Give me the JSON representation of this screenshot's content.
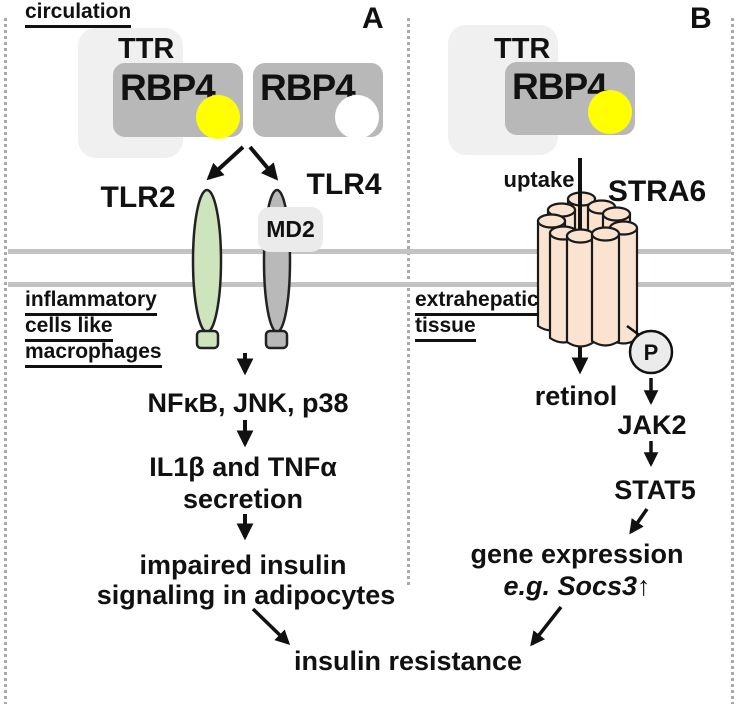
{
  "outcome": "insulin resistance",
  "panel_a": {
    "label": "A",
    "region": "circulation",
    "ttr": "TTR",
    "rbp4_holo": "RBP4",
    "rbp4_apo": "RBP4",
    "tlr2": "TLR2",
    "tlr4": "TLR4",
    "md2": "MD2",
    "cell_lines": [
      "inflammatory",
      "cells like",
      "macrophages"
    ],
    "signaling": "NFκB, JNK, p38",
    "cytokines_line1": "IL1β and TNFα",
    "cytokines_line2": "secretion",
    "impaired_line1": "impaired insulin",
    "impaired_line2": "signaling in adipocytes"
  },
  "panel_b": {
    "label": "B",
    "ttr": "TTR",
    "rbp4": "RBP4",
    "uptake": "uptake",
    "receptor": "STRA6",
    "tissue_lines": [
      "extrahepatic",
      "tissue"
    ],
    "retinol": "retinol",
    "phospho": "P",
    "jak2": "JAK2",
    "stat5": "STAT5",
    "gene_line1": "gene expression",
    "gene_line2": "e.g. Socs3↑"
  },
  "colors": {
    "ligand_yellow": "#ffff00",
    "rbp4_gray": "#b8b8b8",
    "ttr_gray": "#f0f0f0",
    "tlr2_green": "#cde4bc",
    "tlr4_gray": "#b9b9b9",
    "md2_gray": "#ebebeb",
    "stra6_peach": "#fae3d0",
    "phospho_gray": "#ebebeb",
    "membrane_gray": "#c3c3c3",
    "text_black": "#111111"
  }
}
